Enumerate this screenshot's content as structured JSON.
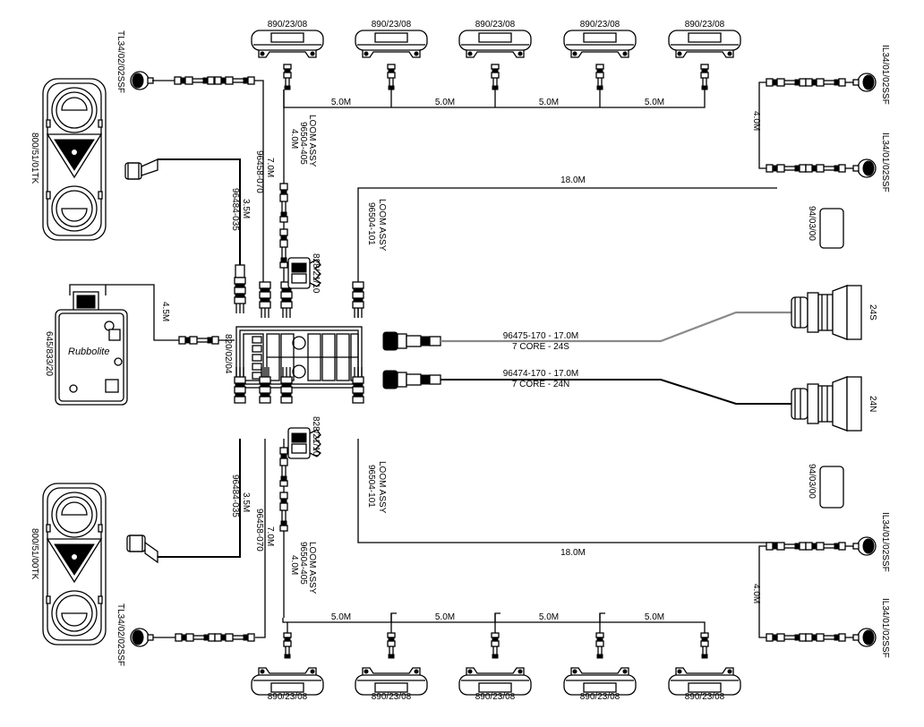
{
  "lamp_code": "890/23/08",
  "wire_5m": "5.0M",
  "wire_4m": "4.0M",
  "wire_18m": "18.0M",
  "wire_7m": "7.0M",
  "wire_35m": "3.5M",
  "wire_45m": "4.5M",
  "loom_label": "LOOM ASSY",
  "loom_405": "96504-405",
  "loom_101": "96504-101",
  "part_96458": "96458-070",
  "part_96484": "96484-035",
  "marker_left": "TL34/02/02SSF",
  "marker_right": "IL34/01/02SSF",
  "rear_lamp_top": "800/51/01TK",
  "rear_lamp_bottom": "800/51/00TK",
  "control_box": "645/833/20",
  "control_brand": "Rubbolite",
  "junction_box": "820/02/04",
  "adaptor": "828/21/10",
  "reflector": "94/03/00",
  "cable_24s_part": "96475-170 - 17.0M",
  "cable_24s_core": "7 CORE - 24S",
  "cable_24n_part": "96474-170 - 17.0M",
  "cable_24n_core": "7 CORE - 24N",
  "socket_24s": "24S",
  "socket_24n": "24N"
}
